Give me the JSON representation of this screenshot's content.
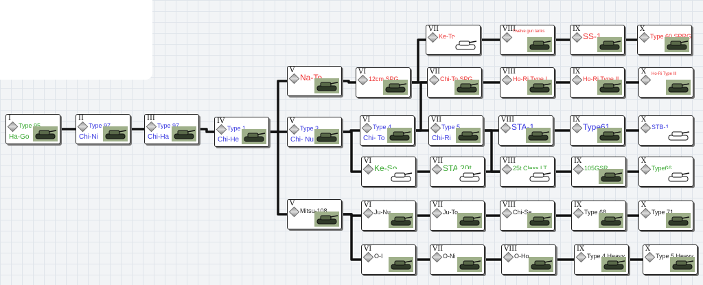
{
  "colors": {
    "line": "#111111",
    "green": "#3aa832",
    "blue": "#3a3ae0",
    "red": "#ee3333",
    "dark": "#222222"
  },
  "nodes": [
    {
      "id": "n1",
      "rank": "I",
      "name": "Type 95",
      "name2": "Ha-Go",
      "color": "green",
      "icon": "light-tank-photo-icon"
    },
    {
      "id": "n2",
      "rank": "II",
      "name": "Type 97",
      "name2": "Chi-Ni",
      "color": "blue",
      "icon": "light-tank-photo-icon"
    },
    {
      "id": "n3",
      "rank": "III",
      "name": "Type 97",
      "name2": "Chi-Ha",
      "color": "blue",
      "icon": "medium-tank-photo-icon"
    },
    {
      "id": "n4",
      "rank": "IV",
      "name": "Type 1",
      "name2": "Chi-He",
      "color": "blue",
      "icon": "medium-tank-photo-icon"
    },
    {
      "id": "n5",
      "rank": "V",
      "name": "Na-To",
      "name2": "",
      "color": "red",
      "icon": "spg-photo-icon"
    },
    {
      "id": "n6",
      "rank": "V",
      "name": "Type 3",
      "name2": "Chi- Nu",
      "color": "blue",
      "icon": "medium-tank-photo-icon"
    },
    {
      "id": "n7",
      "rank": "V",
      "name": "Mitsu-108",
      "name2": "",
      "color": "dark",
      "icon": "heavy-tank-photo-icon"
    },
    {
      "id": "n8",
      "rank": "VI",
      "name": "12cm SPG",
      "name2": "",
      "color": "red",
      "icon": "spg-photo-icon"
    },
    {
      "id": "n9",
      "rank": "VI",
      "name": "Type 4",
      "name2": "Chi- To",
      "color": "blue",
      "icon": "medium-tank-photo-icon"
    },
    {
      "id": "n10",
      "rank": "VI",
      "name": "Ke-So",
      "name2": "",
      "color": "green",
      "icon": "light-tank-sketch-icon"
    },
    {
      "id": "n11",
      "rank": "VI",
      "name": "Ju-Nu",
      "name2": "",
      "color": "dark",
      "icon": "heavy-tank-photo-icon"
    },
    {
      "id": "n12",
      "rank": "VI",
      "name": "O-I",
      "name2": "",
      "color": "dark",
      "icon": "heavy-tank-photo-icon"
    },
    {
      "id": "n13",
      "rank": "VII",
      "name": "Ke-To",
      "name2": "",
      "color": "red",
      "icon": "spg-sketch-icon"
    },
    {
      "id": "n14",
      "rank": "VII",
      "name": "Chi-To SPG",
      "name2": "",
      "color": "red",
      "icon": "spg-photo-icon"
    },
    {
      "id": "n15",
      "rank": "VII",
      "name": "Type 5",
      "name2": "Chi-Ri",
      "color": "blue",
      "icon": "medium-tank-photo-icon"
    },
    {
      "id": "n16",
      "rank": "VII",
      "name": "STA 20t",
      "name2": "",
      "color": "green",
      "icon": "light-tank-sketch-icon"
    },
    {
      "id": "n17",
      "rank": "VII",
      "name": "Ju-To",
      "name2": "",
      "color": "dark",
      "icon": "heavy-tank-photo-icon"
    },
    {
      "id": "n18",
      "rank": "VII",
      "name": "O-Ni",
      "name2": "",
      "color": "dark",
      "icon": "heavy-tank-photo-icon"
    },
    {
      "id": "n19",
      "rank": "VIII",
      "name": "Twelve gun tanks",
      "name2": "",
      "color": "red",
      "icon": "spg-photo-icon"
    },
    {
      "id": "n20",
      "rank": "VIII",
      "name": "Ho-Ri Type I",
      "name2": "",
      "color": "red",
      "icon": "td-photo-icon"
    },
    {
      "id": "n21",
      "rank": "VIII",
      "name": "STA-1",
      "name2": "",
      "color": "blue",
      "icon": "medium-tank-photo-icon"
    },
    {
      "id": "n22",
      "rank": "VIII",
      "name": "25t Class LT",
      "name2": "",
      "color": "green",
      "icon": "light-tank-sketch-icon"
    },
    {
      "id": "n23",
      "rank": "VIII",
      "name": "Chi-Se",
      "name2": "",
      "color": "dark",
      "icon": "heavy-tank-photo-icon"
    },
    {
      "id": "n24",
      "rank": "VIII",
      "name": "O-Ho",
      "name2": "",
      "color": "dark",
      "icon": "heavy-tank-photo-icon"
    },
    {
      "id": "n25",
      "rank": "IX",
      "name": "SS-1",
      "name2": "",
      "color": "red",
      "icon": "spg-photo-icon"
    },
    {
      "id": "n26",
      "rank": "IX",
      "name": "Ho-Ri Type II",
      "name2": "",
      "color": "red",
      "icon": "td-photo-icon"
    },
    {
      "id": "n27",
      "rank": "IX",
      "name": "Type61",
      "name2": "",
      "color": "blue",
      "icon": "medium-tank-photo-icon"
    },
    {
      "id": "n28",
      "rank": "IX",
      "name": "105GSR",
      "name2": "",
      "color": "green",
      "icon": "light-tank-photo-icon"
    },
    {
      "id": "n29",
      "rank": "IX",
      "name": "Type 68",
      "name2": "",
      "color": "dark",
      "icon": "heavy-tank-photo-icon"
    },
    {
      "id": "n30",
      "rank": "IX",
      "name": "Type 4 Heavy",
      "name2": "",
      "color": "dark",
      "icon": "heavy-tank-photo-icon"
    },
    {
      "id": "n31",
      "rank": "X",
      "name": "Type 60 SPRG",
      "name2": "",
      "color": "red",
      "icon": "spg-photo-icon"
    },
    {
      "id": "n32",
      "rank": "X",
      "name": "Ho-Ri Type III",
      "name2": "",
      "color": "red",
      "icon": "td-photo-icon"
    },
    {
      "id": "n33",
      "rank": "X",
      "name": "STB-1",
      "name2": "",
      "color": "blue",
      "icon": "medium-tank-sketch-icon"
    },
    {
      "id": "n34",
      "rank": "X",
      "name": "Type66",
      "name2": "",
      "color": "green",
      "icon": "light-tank-sketch-icon"
    },
    {
      "id": "n35",
      "rank": "X",
      "name": "Type 71",
      "name2": "",
      "color": "dark",
      "icon": "heavy-tank-photo-icon"
    },
    {
      "id": "n36",
      "rank": "X",
      "name": "Type 5 Heavy",
      "name2": "",
      "color": "dark",
      "icon": "heavy-tank-photo-icon"
    }
  ]
}
